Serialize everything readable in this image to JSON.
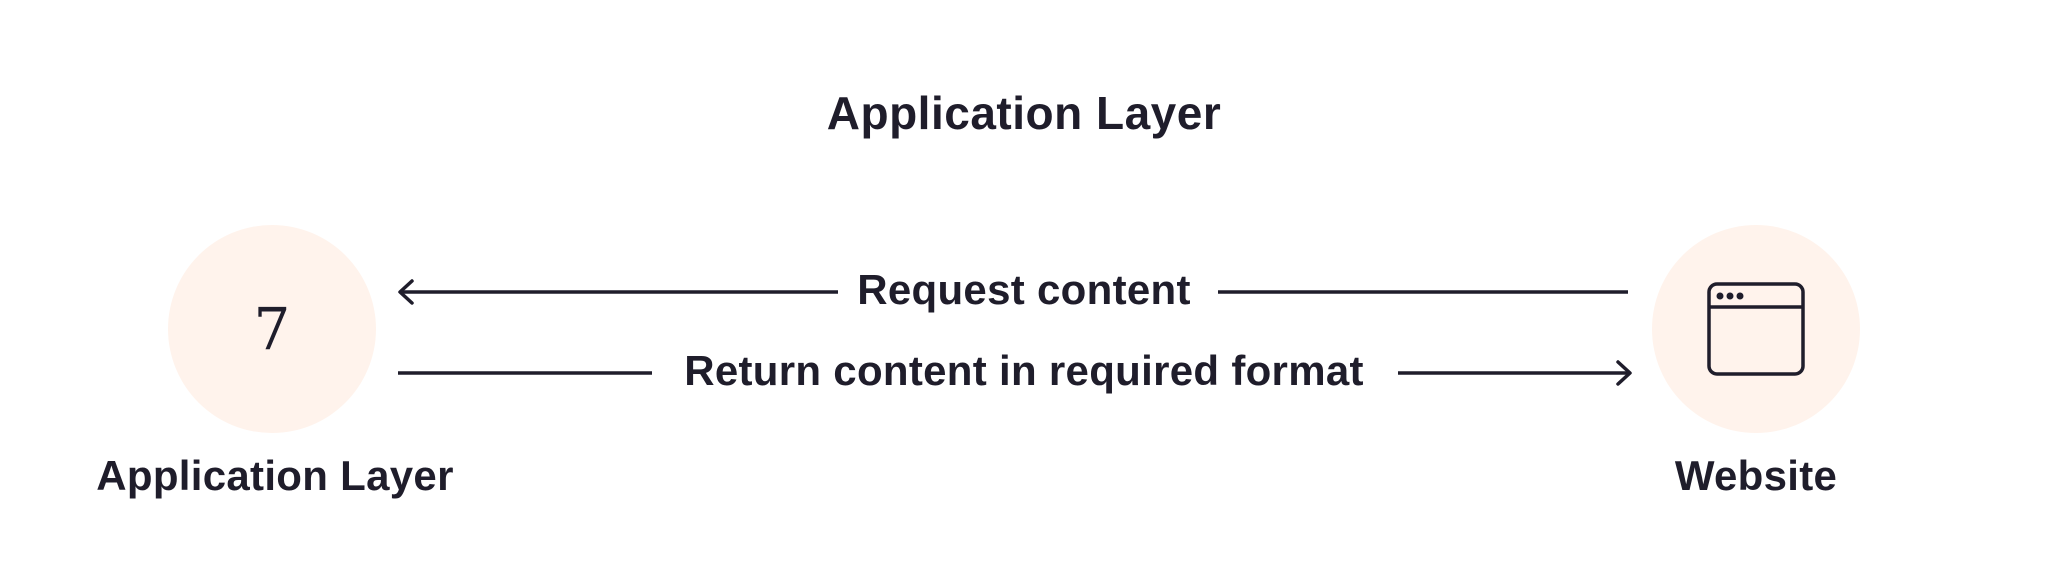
{
  "diagram": {
    "title": "Application Layer",
    "left_node": {
      "number": "7",
      "label": "Application Layer"
    },
    "right_node": {
      "icon": "browser-window-icon",
      "label": "Website"
    },
    "arrows": {
      "request": "Request content",
      "return": "Return content in required format"
    }
  },
  "colors": {
    "text": "#1f1d2b",
    "node_fill": "#fff3ec",
    "background": "#ffffff"
  }
}
